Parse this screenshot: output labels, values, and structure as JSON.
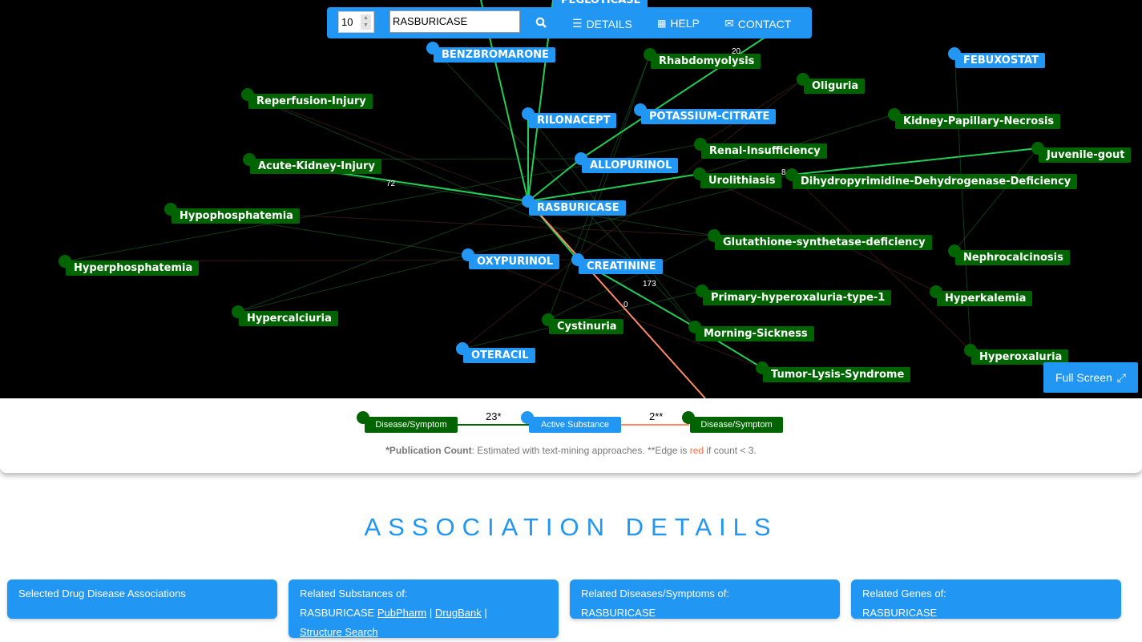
{
  "toolbar": {
    "count": "10",
    "search_value": "RASBURICASE",
    "details": "DETAILS",
    "help": "HELP",
    "contact": "CONTACT"
  },
  "graph": {
    "nodes": [
      {
        "label": "PEGLOTICASE",
        "type": "s"
      },
      {
        "label": "BENZBROMARONE",
        "type": "s"
      },
      {
        "label": "Rhabdomyolysis",
        "type": "d"
      },
      {
        "label": "Oliguria",
        "type": "d"
      },
      {
        "label": "FEBUXOSTAT",
        "type": "s"
      },
      {
        "label": "Reperfusion-Injury",
        "type": "d"
      },
      {
        "label": "RILONACEPT",
        "type": "s"
      },
      {
        "label": "POTASSIUM-CITRATE",
        "type": "s"
      },
      {
        "label": "Kidney-Papillary-Necrosis",
        "type": "d"
      },
      {
        "label": "Renal-Insufficiency",
        "type": "d"
      },
      {
        "label": "Juvenile-gout",
        "type": "d"
      },
      {
        "label": "Acute-Kidney-Injury",
        "type": "d"
      },
      {
        "label": "ALLOPURINOL",
        "type": "s"
      },
      {
        "label": "Urolithiasis",
        "type": "d"
      },
      {
        "label": "Dihydropyrimidine-Dehydrogenase-Deficiency",
        "type": "d"
      },
      {
        "label": "RASBURICASE",
        "type": "s"
      },
      {
        "label": "Hypophosphatemia",
        "type": "d"
      },
      {
        "label": "Glutathione-synthetase-deficiency",
        "type": "d"
      },
      {
        "label": "Nephrocalcinosis",
        "type": "d"
      },
      {
        "label": "Hyperphosphatemia",
        "type": "d"
      },
      {
        "label": "OXYPURINOL",
        "type": "s"
      },
      {
        "label": "CREATININE",
        "type": "s"
      },
      {
        "label": "Primary-hyperoxaluria-type-1",
        "type": "d"
      },
      {
        "label": "Hyperkalemia",
        "type": "d"
      },
      {
        "label": "Hypercalciuria",
        "type": "d"
      },
      {
        "label": "Cystinuria",
        "type": "d"
      },
      {
        "label": "Morning-Sickness",
        "type": "d"
      },
      {
        "label": "OTERACIL",
        "type": "s"
      },
      {
        "label": "Hyperoxaluria",
        "type": "d"
      },
      {
        "label": "Tumor-Lysis-Syndrome",
        "type": "d"
      }
    ],
    "edge_labels": [
      "72",
      "173",
      "0",
      "8",
      "20"
    ],
    "colors": {
      "strong": "#22cc55",
      "weak": "#ff8a65",
      "disease": "#006400",
      "substance": "#2196f3"
    },
    "fullscreen": "Full Screen"
  },
  "legend": {
    "left": "Disease/Symptom",
    "middle": "Active Substance",
    "right": "Disease/Symptom",
    "count_left": "23*",
    "count_right": "2**",
    "note_bold": "*Publication Count",
    "note_a": ": Estimated with text-mining approaches. **Edge is ",
    "note_red": "red",
    "note_b": " if count < 3."
  },
  "details": {
    "title": "ASSOCIATION DETAILS",
    "cards": [
      {
        "title": "Selected Drug Disease Associations"
      },
      {
        "title": "Related Substances of:",
        "subject": "RASBURICASE",
        "links": [
          "PubPharm",
          "DrugBank",
          "Structure Search"
        ],
        "sep": "|"
      },
      {
        "title": "Related Diseases/Symptoms of:",
        "subject": "RASBURICASE"
      },
      {
        "title": "Related Genes of:",
        "subject": "RASBURICASE"
      }
    ]
  }
}
